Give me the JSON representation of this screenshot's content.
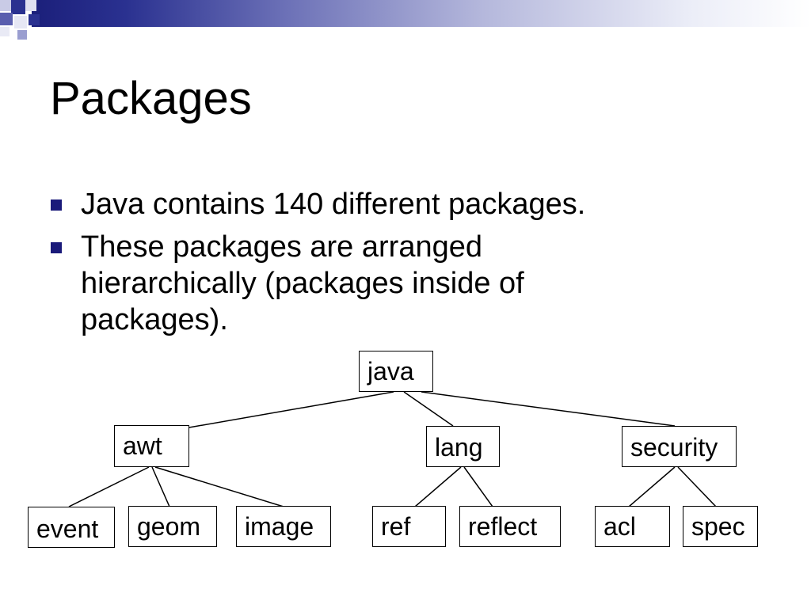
{
  "slide": {
    "title": "Packages",
    "bullets": [
      "Java contains 140 different packages.",
      "These packages are arranged hierarchically (packages inside of packages)."
    ]
  },
  "package_tree": {
    "root": "java",
    "level1": [
      "awt",
      "lang",
      "security"
    ],
    "level2": {
      "awt": [
        "event",
        "geom",
        "image"
      ],
      "lang": [
        "ref",
        "reflect"
      ],
      "security": [
        "acl",
        "spec"
      ]
    }
  },
  "colors": {
    "accent_dark": "#1b1f7a",
    "bullet": "#1a1a7a"
  }
}
